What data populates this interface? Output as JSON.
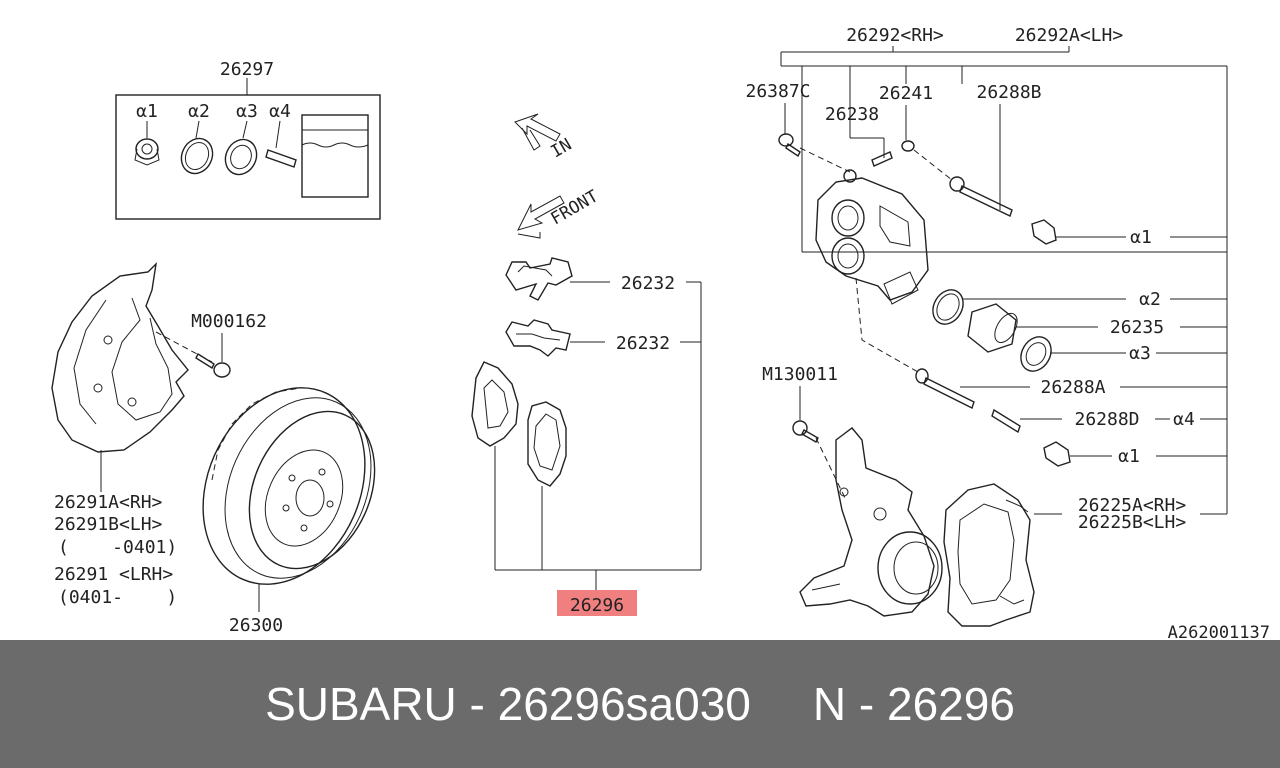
{
  "labels": {
    "kit": "26297",
    "a1_kit": "α1",
    "a2_kit": "α2",
    "a3_kit": "α3",
    "a4_kit": "α4",
    "direction_in": "IN",
    "direction_front": "FRONT",
    "shim_upper": "26232",
    "shim_lower": "26232",
    "pad_set": "26296",
    "bolt_m000162": "M000162",
    "shield_rh": "26291A<RH>",
    "shield_lh": "26291B<LH>",
    "shield_date1": "(    -0401)",
    "shield_lrh": "26291 <LRH>",
    "shield_date2": "(0401-    )",
    "rotor": "26300",
    "caliper_rh": "26292<RH>",
    "caliper_lh": "26292A<LH>",
    "bleeder_cap": "26387C",
    "p26241": "26241",
    "p26288b": "26288B",
    "p26238": "26238",
    "a1_upper": "α1",
    "a2_caliper": "α2",
    "p26235": "26235",
    "a3_caliper": "α3",
    "p26288a": "26288A",
    "bolt_m130011": "M130011",
    "p26288d": "26288D",
    "a4_caliper": "α4",
    "a1_lower": "α1",
    "support_rh": "26225A<RH>",
    "support_lh": "26225B<LH>",
    "diagram_code": "A262001137"
  },
  "highlight_color": "#f08080",
  "footer": {
    "brand_part": "SUBARU - 26296sa030",
    "number": "N - 26296"
  }
}
